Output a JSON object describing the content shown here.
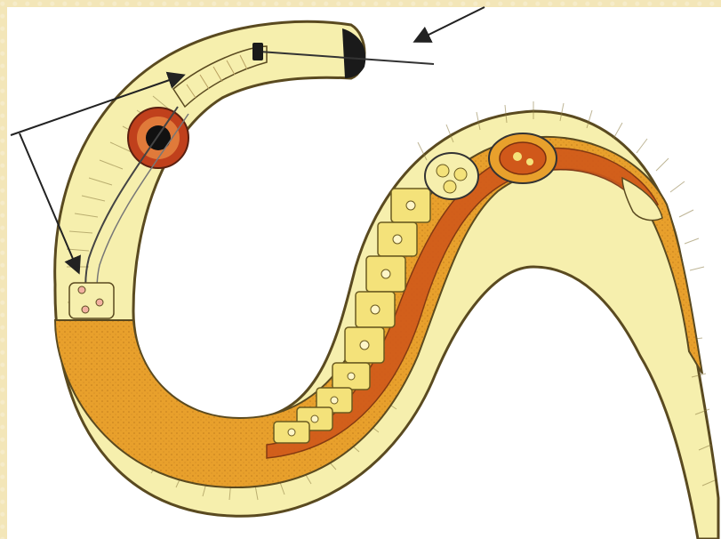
{
  "diagram": {
    "labels": [],
    "colors": {
      "background": "#f3e6b8",
      "panel": "#ffffff",
      "cuticle": "#f6efad",
      "cuticle_edge": "#5a4a20",
      "intestine": "#e8a02c",
      "intestine_dark": "#c8781a",
      "body_cavity": "#d0581a",
      "germ_cell": "#f4e27a",
      "eyespot": "#c0401c",
      "arrow": "#222222"
    },
    "icons": [
      "pointer-arrow",
      "stylet",
      "pharynx-bulb",
      "egg-cell"
    ]
  }
}
